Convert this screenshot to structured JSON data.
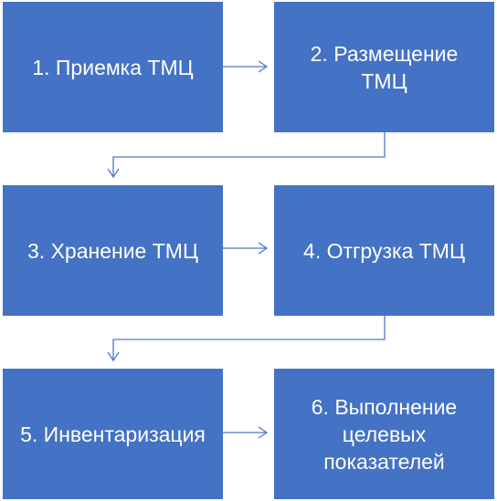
{
  "steps": [
    {
      "text": "1. Приемка ТМЦ"
    },
    {
      "text": "2. Размещение ТМЦ"
    },
    {
      "text": "3. Хранение ТМЦ"
    },
    {
      "text": "4. Отгрузка ТМЦ"
    },
    {
      "text": "5. Инвентаризация"
    },
    {
      "text": "6. Выполнение целевых показателей"
    }
  ],
  "colors": {
    "box": "#4472c4",
    "text": "#ffffff",
    "connector": "#4a78c8"
  }
}
